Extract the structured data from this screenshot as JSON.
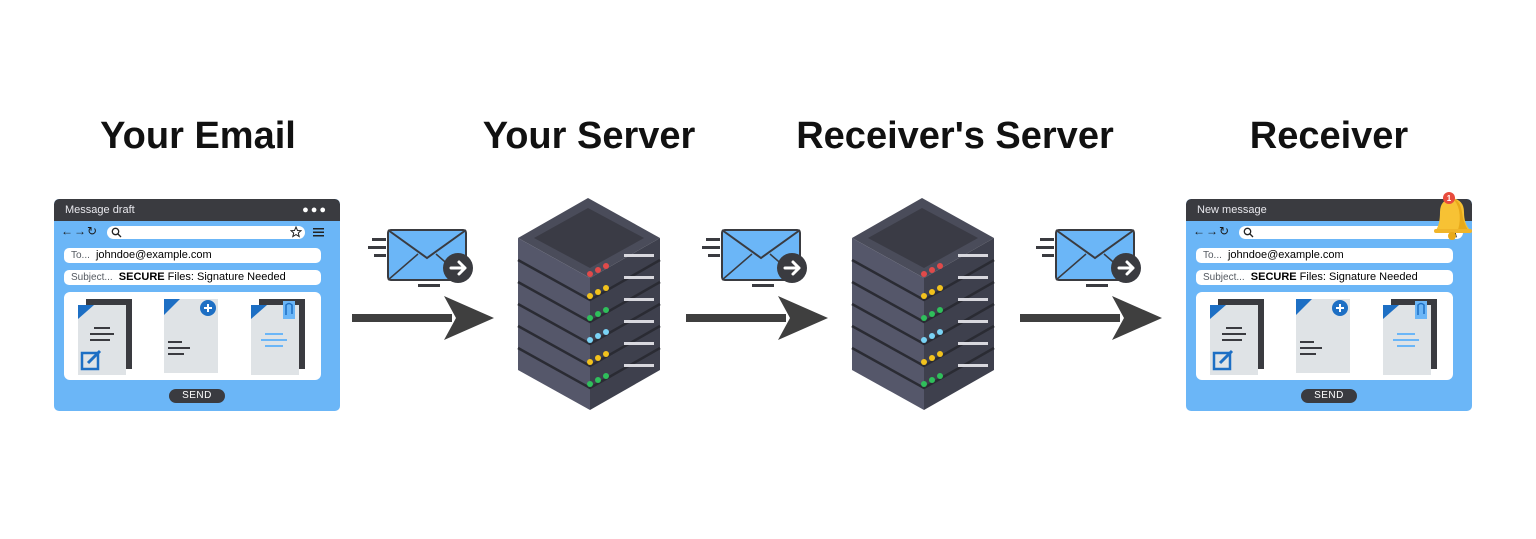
{
  "stages": [
    {
      "title": "Your Email"
    },
    {
      "title": "Your Server"
    },
    {
      "title": "Receiver's Server"
    },
    {
      "title": "Receiver"
    }
  ],
  "sender_window": {
    "title": "Message draft",
    "to_label": "To...",
    "to_value": "johndoe@example.com",
    "subject_label": "Subject...",
    "subject_strong": "SECURE",
    "subject_rest": "Files: Signature Needed",
    "send_label": "SEND"
  },
  "receiver_window": {
    "title": "New message",
    "notification_count": "1",
    "to_label": "To...",
    "to_value": "johndoe@example.com",
    "subject_label": "Subject...",
    "subject_strong": "SECURE",
    "subject_rest": "Files: Signature Needed",
    "send_label": "SEND"
  },
  "icons": [
    "back-arrow-icon",
    "forward-arrow-icon",
    "reload-icon",
    "search-icon",
    "star-icon",
    "menu-icon",
    "document-icon",
    "edit-icon",
    "add-icon",
    "paperclip-icon",
    "email-envelope-icon",
    "server-rack-icon",
    "flow-arrow-icon",
    "bell-icon"
  ],
  "colors": {
    "window_blue": "#6bb6f7",
    "titlebar_dark": "#3a3b40",
    "envelope_blue": "#6bb6f7",
    "server_body": "#4a4c5a",
    "arrow": "#3f3f3f",
    "bell": "#f7c234",
    "badge": "#e84b3c"
  }
}
